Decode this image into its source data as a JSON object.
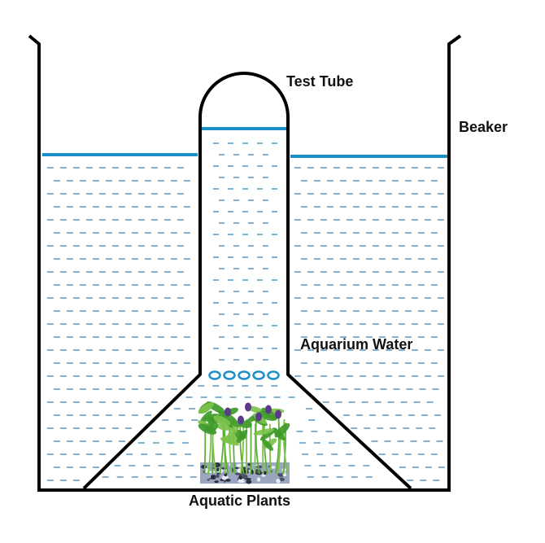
{
  "labels": {
    "test_tube": "Test Tube",
    "beaker": "Beaker",
    "aquarium_water": "Aquarium Water",
    "aquatic_plants": "Aquatic Plants"
  },
  "colors": {
    "outline": "#000000",
    "water_surface": "#1a8fc8",
    "water_dash": "#2f7fb5",
    "bubble": "#1a8fc8",
    "plant_leaf": "#3f9a2a",
    "plant_leaf_light": "#7cc24a",
    "plant_flower": "#5b3a8a",
    "gravel": "#4a4f66"
  },
  "bubble_count": 5
}
